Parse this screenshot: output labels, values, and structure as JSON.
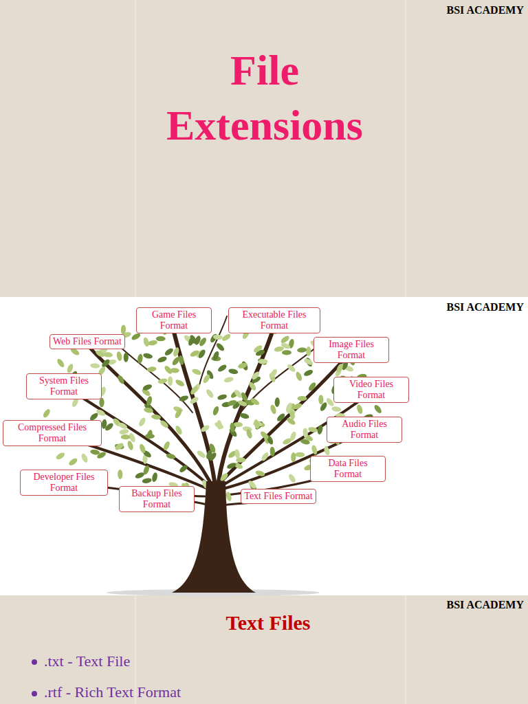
{
  "diagram": {
    "title": "File Extensions",
    "nodes": [
      {
        "text": [
          "Game Files Format"
        ]
      },
      {
        "text": [
          "Executable Files Format"
        ]
      },
      {
        "text": [
          "Web Files Format"
        ]
      },
      {
        "text": [
          "Image Files Format"
        ]
      },
      {
        "text": [
          "System Files Format"
        ]
      },
      {
        "text": [
          "Video Files Format"
        ]
      },
      {
        "text": [
          "Compressed Files Format"
        ]
      },
      {
        "text": [
          "Audio Files Format"
        ]
      },
      {
        "text": [
          "Data Files Format"
        ]
      },
      {
        "text": [
          "Developer Files Format"
        ]
      },
      {
        "text": [
          "Backup Files Format"
        ]
      },
      {
        "text": [
          "Text Files Format"
        ]
      }
    ],
    "labels": [
      "BSI ACADEMY",
      "BSI ACADEMY",
      "BSI ACADEMY",
      "Text Files",
      ".txt - Text File",
      ".rtf - Rich Text Format"
    ]
  }
}
